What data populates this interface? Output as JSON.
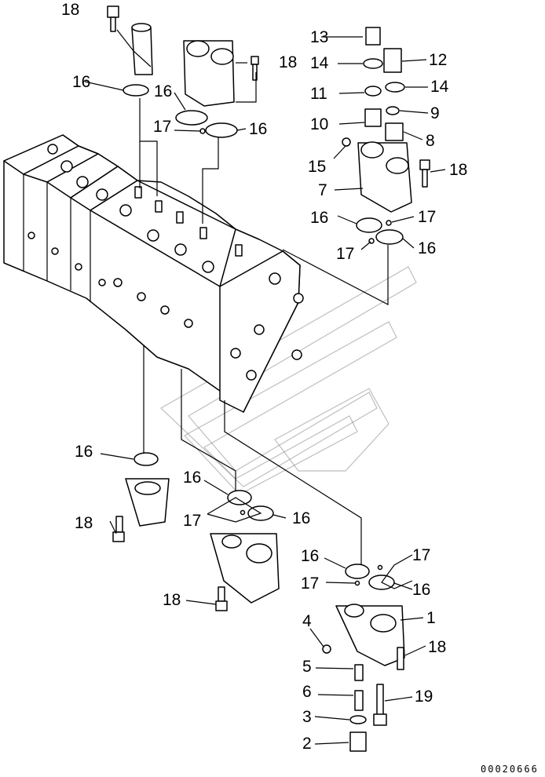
{
  "callouts": {
    "c18a": "18",
    "c16a": "16",
    "c16b": "16",
    "c17a": "17",
    "c16c": "16",
    "c18b": "18",
    "c13": "13",
    "c14a": "14",
    "c12": "12",
    "c11": "11",
    "c14b": "14",
    "c10": "10",
    "c9": "9",
    "c8": "8",
    "c15": "15",
    "c18c": "18",
    "c7": "7",
    "c16d": "16",
    "c17b": "17",
    "c17c": "17",
    "c16e": "16",
    "c16f": "16",
    "c18d": "18",
    "c16g": "16",
    "c17d": "17",
    "c16h": "16",
    "c18e": "18",
    "c16i": "16",
    "c17e": "17",
    "c17f": "17",
    "c16j": "16",
    "c4": "4",
    "c1": "1",
    "c18f": "18",
    "c5": "5",
    "c6": "6",
    "c19": "19",
    "c3": "3",
    "c2": "2"
  },
  "footer_code": "00020666"
}
